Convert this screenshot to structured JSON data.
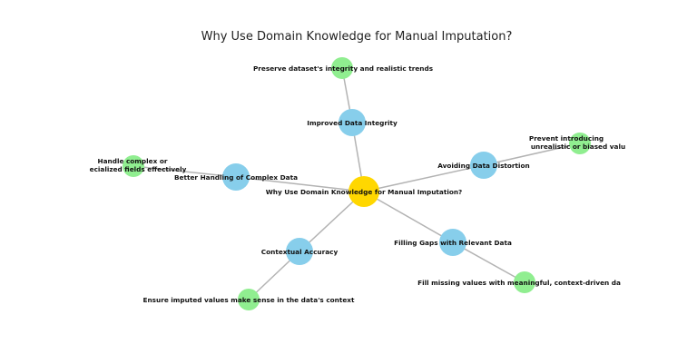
{
  "title": "Why Use Domain Knowledge for Manual Imputation?",
  "colors": {
    "center": "#FFD700",
    "benefit": "#87CEEB",
    "detail": "#90EE90",
    "edge": "#B3B3B3"
  },
  "nodes": {
    "center": "Why Use Domain Knowledge for Manual Imputation?",
    "improved_integrity": "Improved Data Integrity",
    "preserve_integrity": "Preserve dataset's integrity and realistic trends",
    "avoiding_distortion": "Avoiding Data Distortion",
    "prevent_introducing_1": "Prevent introducing",
    "prevent_introducing_2": "unrealistic or biased valu",
    "complex_data": "Better Handling of Complex Data",
    "handle_complex_1": "Handle complex or",
    "handle_complex_2": "ecialized fields effectively",
    "contextual_accuracy": "Contextual Accuracy",
    "ensure_context": "Ensure imputed values make sense in the data's context",
    "filling_gaps": "Filling Gaps with Relevant Data",
    "fill_missing": "Fill missing values with meaningful, context-driven da"
  }
}
